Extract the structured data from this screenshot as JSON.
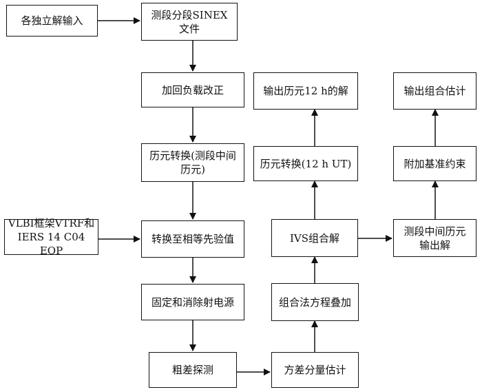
{
  "nodes": {
    "independent_input": "各独立解输入",
    "session_sinex": "测段分段SINEX\n文件",
    "load_correction": "加回负载改正",
    "epoch_transform_mid": "历元转换(测段中间\n历元)",
    "vlbi_frame": "VLBI框架VTRF和\nIERS 14 C04 EOP",
    "to_equal_prior": "转换至相等先验值",
    "fix_eliminate_sources": "固定和消除射电源",
    "outlier_detection": "粗差探测",
    "variance_component": "方差分量估计",
    "normal_eq_stack": "组合法方程叠加",
    "ivs_combined": "IVS组合解",
    "epoch_transform_12h": "历元转换(12 h UT)",
    "output_12h": "输出历元12 h的解",
    "session_mid_output": "测段中间历元\n输出解",
    "datum_constraint": "附加基准约束",
    "output_combined": "输出组合估计"
  },
  "colors": {
    "stroke": "#111111",
    "background": "#ffffff"
  }
}
